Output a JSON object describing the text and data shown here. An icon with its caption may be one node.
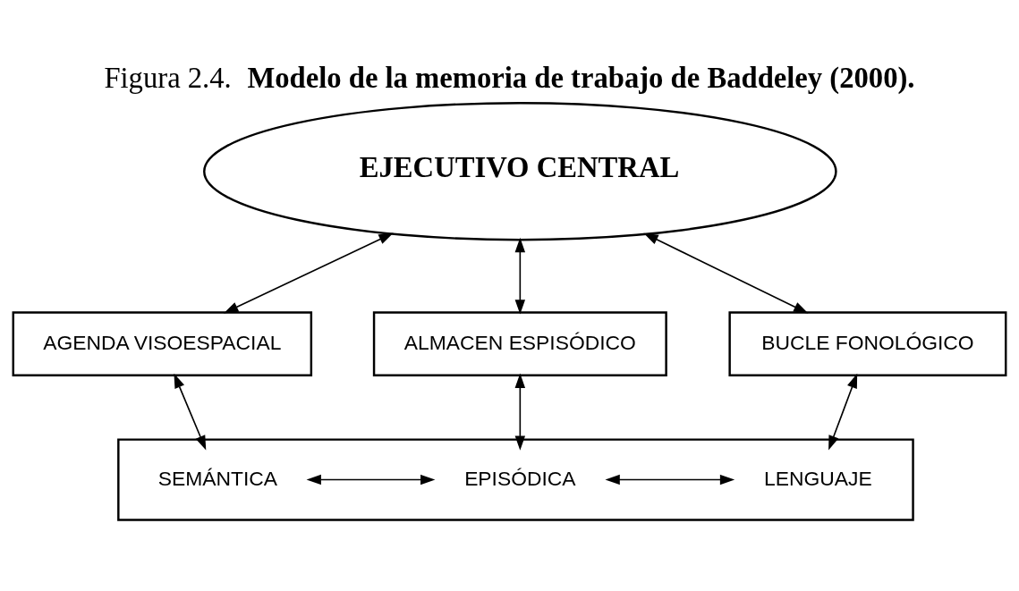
{
  "diagram": {
    "title": "Figura 2.4.  **Modelo de la memoria de trabajo de Baddeley (2000).**",
    "nodes": [
      {
        "text": [
          "EJECUTIVO CENTRAL"
        ]
      },
      {
        "text": [
          "AGENDA VISOESPACIAL"
        ]
      },
      {
        "text": [
          "ALMACEN ESPISÓDICO"
        ]
      },
      {
        "text": [
          "BUCLE FONOLÓGICO"
        ]
      },
      {
        "text": [],
        "shape": "box"
      },
      {
        "text": [
          "SEMÁNTICA"
        ],
        "in": 4
      },
      {
        "text": [
          "EPISÓDICA"
        ],
        "in": 4
      },
      {
        "text": [
          "LENGUAJE"
        ],
        "in": 4
      }
    ],
    "edges": [
      {
        "from": 0,
        "to": 1,
        "arrow": "both"
      },
      {
        "from": 0,
        "to": 2,
        "arrow": "both"
      },
      {
        "from": 0,
        "to": 3,
        "arrow": "both"
      },
      {
        "from": 1,
        "to": 5,
        "arrow": "both"
      },
      {
        "from": 2,
        "to": 6,
        "arrow": "both"
      },
      {
        "from": 3,
        "to": 7,
        "arrow": "both"
      },
      {
        "from": 5,
        "to": 6,
        "arrow": "both"
      },
      {
        "from": 6,
        "to": 7,
        "arrow": "both"
      }
    ]
  }
}
